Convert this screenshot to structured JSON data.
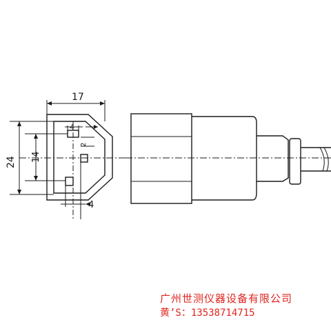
{
  "drawing": {
    "dimensions": {
      "width_top": "17",
      "height_outer": "24",
      "height_inner": "14",
      "pin_small_top": "4",
      "pin_gap": "2",
      "bottom": "4"
    }
  },
  "watermark": {
    "company": "广州世测仪器设备有限公司",
    "phone": "黄’S：13538714715"
  },
  "colors": {
    "line": "#1a1a1a",
    "watermark": "#e0241e"
  }
}
